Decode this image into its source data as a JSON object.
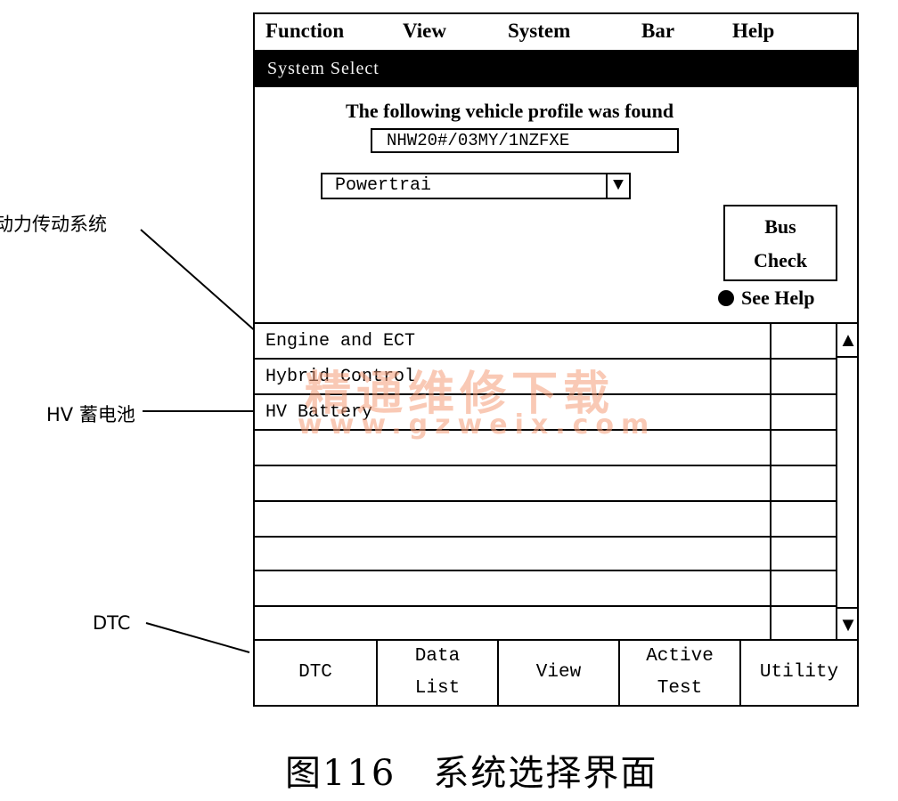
{
  "menu": [
    "Function",
    "View",
    "System",
    "Bar",
    "Help"
  ],
  "window_title": "System Select",
  "profile": {
    "message": "The following vehicle profile was found",
    "value": "NHW20#/03MY/1NZFXE"
  },
  "system_dropdown": {
    "selected": "Powertrai",
    "arrow": "▼"
  },
  "bus_check": {
    "line1": "Bus",
    "line2": "Check"
  },
  "see_help": "See Help",
  "systems": [
    "Engine and ECT",
    "Hybrid Control",
    "HV Battery"
  ],
  "scroll": {
    "up": "▲",
    "down": "▼"
  },
  "buttons": [
    {
      "line1": "DTC",
      "line2": ""
    },
    {
      "line1": "Data",
      "line2": "List"
    },
    {
      "line1": "View",
      "line2": ""
    },
    {
      "line1": "Active",
      "line2": "Test"
    },
    {
      "line1": "Utility",
      "line2": ""
    }
  ],
  "annotations": {
    "powertrain": "动力传动系统",
    "hv_battery": "HV 蓄电池",
    "dtc": "DTC"
  },
  "watermark": {
    "cn": "精通维修下载",
    "url": "www.gzweix.com"
  },
  "caption": "图116　系统选择界面",
  "colors": {
    "frame": "#000000",
    "watermark": "#f49c78"
  }
}
